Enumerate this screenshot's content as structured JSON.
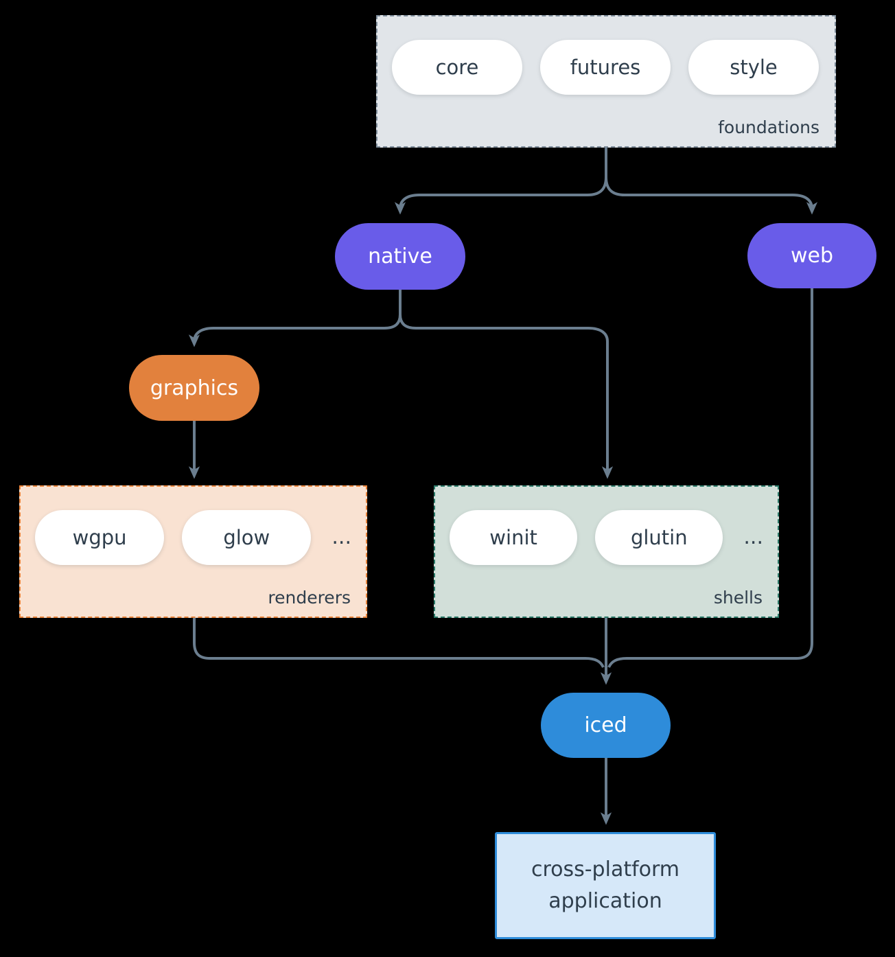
{
  "colors": {
    "bg": "#000000",
    "connector": "#6b7e8f",
    "ink": "#2f3e4c",
    "pill_bg": "#ffffff",
    "purple": "#695ce9",
    "orange": "#e2813d",
    "blue": "#2e8cda",
    "foundations_bg": "#e1e5e9",
    "foundations_border": "#7e8d9b",
    "renderers_bg": "#f9e2d2",
    "renderers_border": "#e8843c",
    "shells_bg": "#d2dfd9",
    "shells_border": "#2b7a69",
    "app_bg": "#d6e8f9",
    "app_border": "#2e8cda"
  },
  "groups": {
    "foundations": {
      "label": "foundations",
      "items": [
        "core",
        "futures",
        "style"
      ]
    },
    "renderers": {
      "label": "renderers",
      "items": [
        "wgpu",
        "glow"
      ],
      "ellipsis": "..."
    },
    "shells": {
      "label": "shells",
      "items": [
        "winit",
        "glutin"
      ],
      "ellipsis": "..."
    }
  },
  "nodes": {
    "native": {
      "label": "native"
    },
    "web": {
      "label": "web"
    },
    "graphics": {
      "label": "graphics"
    },
    "iced": {
      "label": "iced"
    },
    "application": {
      "label": "cross-platform application"
    }
  }
}
